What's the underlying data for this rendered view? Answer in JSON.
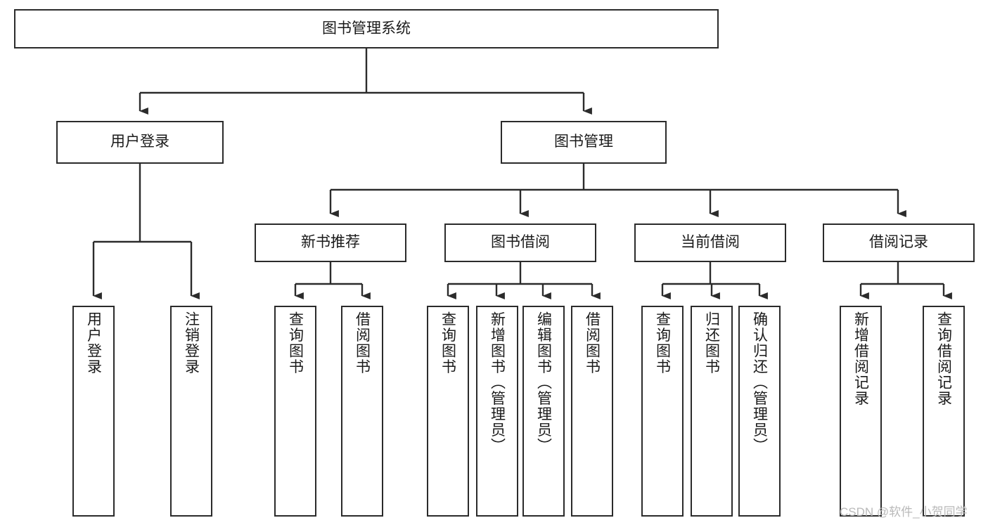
{
  "diagram": {
    "title": "图书管理系统",
    "type": "hierarchy-tree",
    "orientation": "top-down",
    "colors": {
      "box_stroke": "#2b2b2b",
      "box_fill": "#ffffff",
      "connector": "#2b2b2b",
      "text": "#1a1a1a",
      "watermark": "#b9b9b9",
      "background": "#ffffff"
    }
  },
  "nodes": {
    "root": {
      "label": "图书管理系统"
    },
    "level2": [
      {
        "label": "用户登录"
      },
      {
        "label": "图书管理"
      }
    ],
    "level3": [
      {
        "label": "新书推荐"
      },
      {
        "label": "图书借阅"
      },
      {
        "label": "当前借阅"
      },
      {
        "label": "借阅记录"
      }
    ],
    "leaves_user_login": [
      {
        "label": "用户登录"
      },
      {
        "label": "注销登录"
      }
    ],
    "leaves_new_book": [
      {
        "label": "查询图书"
      },
      {
        "label": "借阅图书"
      }
    ],
    "leaves_borrow": [
      {
        "label": "查询图书"
      },
      {
        "label": "新增图书（管理员）"
      },
      {
        "label": "编辑图书（管理员）"
      },
      {
        "label": "借阅图书"
      }
    ],
    "leaves_current": [
      {
        "label": "查询图书"
      },
      {
        "label": "归还图书"
      },
      {
        "label": "确认归还（管理员）"
      }
    ],
    "leaves_records": [
      {
        "label": "新增借阅记录"
      },
      {
        "label": "查询借阅记录"
      }
    ]
  },
  "watermark": {
    "text": "CSDN @软件_小贺同学"
  }
}
